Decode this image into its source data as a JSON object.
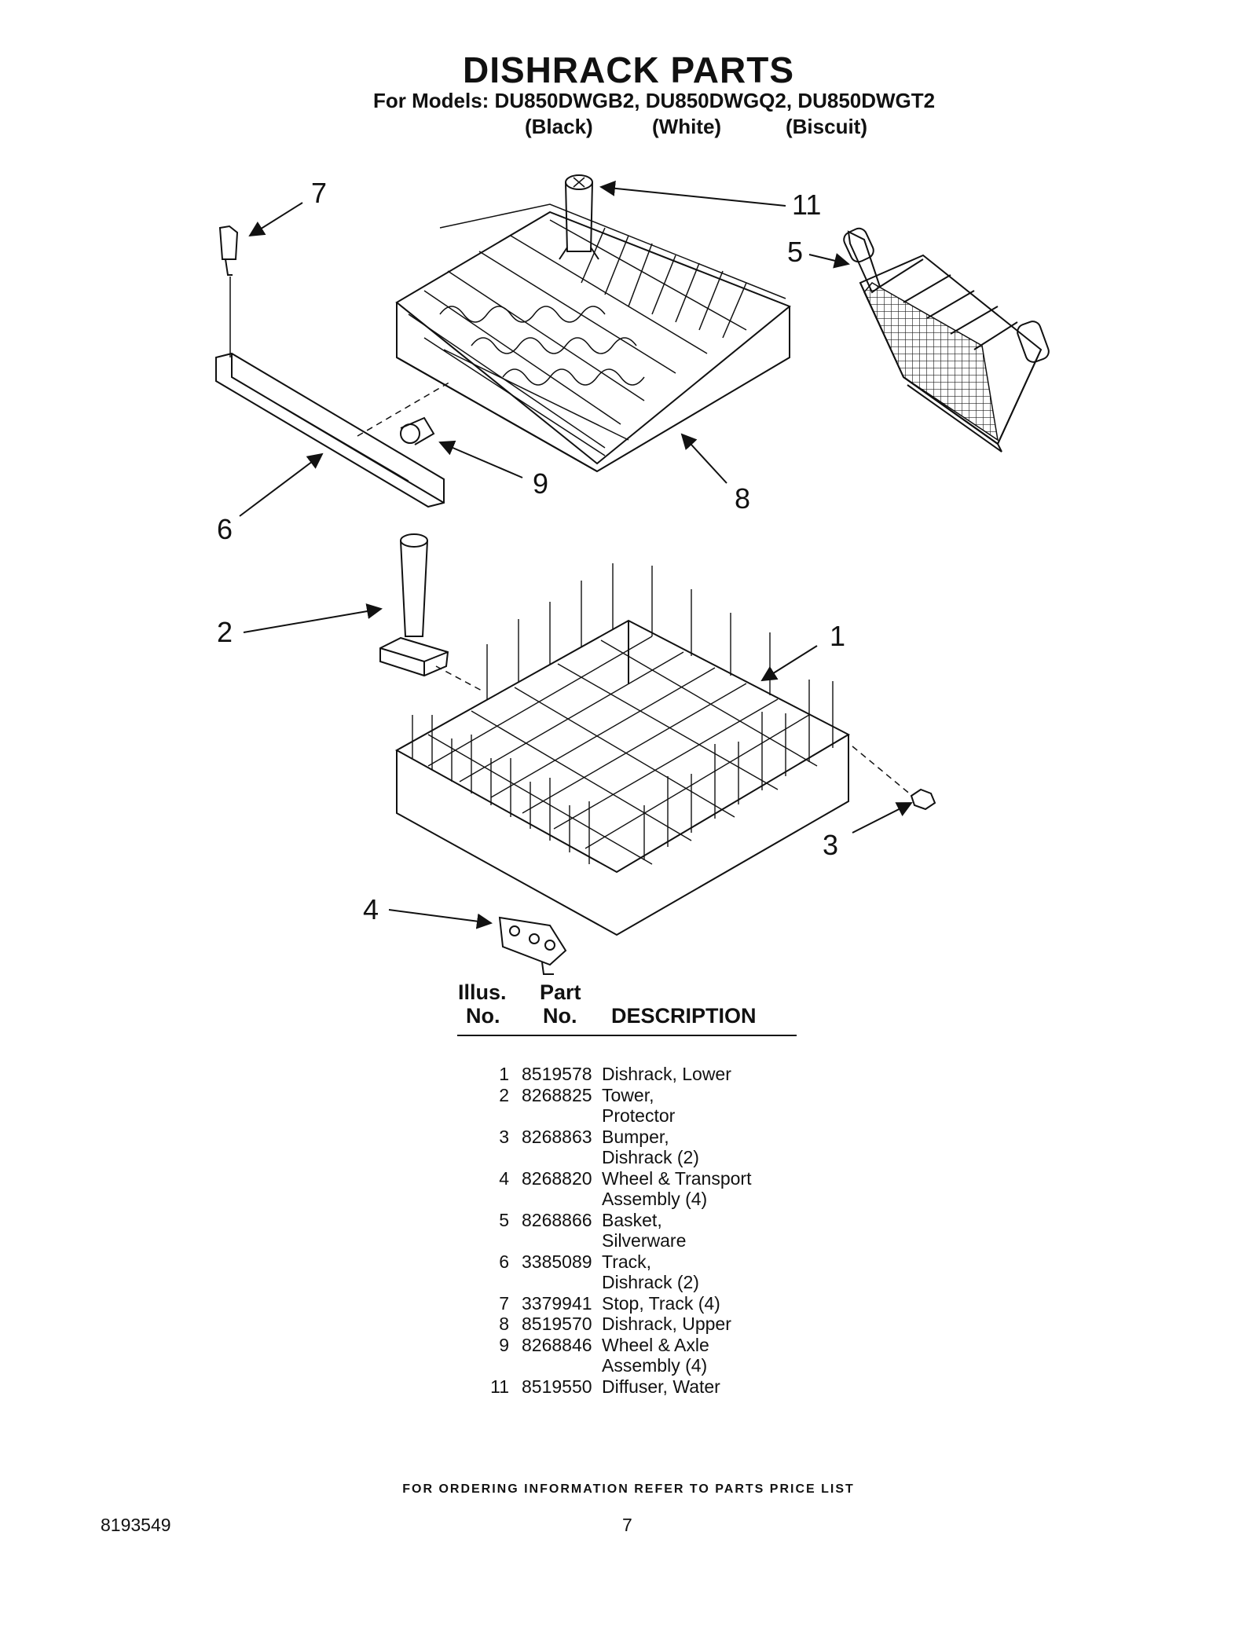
{
  "title": "DISHRACK PARTS",
  "models_line": "For Models: DU850DWGB2, DU850DWGQ2, DU850DWGT2",
  "colors": [
    "(Black)",
    "(White)",
    "(Biscuit)"
  ],
  "callouts": [
    "7",
    "11",
    "5",
    "9",
    "8",
    "6",
    "2",
    "1",
    "3",
    "4"
  ],
  "table": {
    "headers": {
      "illus_1": "Illus.",
      "illus_2": "No.",
      "part_1": "Part",
      "part_2": "No.",
      "description": "DESCRIPTION"
    },
    "rows": [
      {
        "illus": "1",
        "part": "8519578",
        "desc": [
          "Dishrack, Lower"
        ]
      },
      {
        "illus": "2",
        "part": "8268825",
        "desc": [
          "Tower,",
          "Protector"
        ]
      },
      {
        "illus": "3",
        "part": "8268863",
        "desc": [
          "Bumper,",
          "Dishrack (2)"
        ]
      },
      {
        "illus": "4",
        "part": "8268820",
        "desc": [
          "Wheel & Transport",
          "Assembly (4)"
        ]
      },
      {
        "illus": "5",
        "part": "8268866",
        "desc": [
          "Basket,",
          "Silverware"
        ]
      },
      {
        "illus": "6",
        "part": "3385089",
        "desc": [
          "Track,",
          "Dishrack (2)"
        ]
      },
      {
        "illus": "7",
        "part": "3379941",
        "desc": [
          "Stop, Track (4)"
        ]
      },
      {
        "illus": "8",
        "part": "8519570",
        "desc": [
          "Dishrack, Upper"
        ]
      },
      {
        "illus": "9",
        "part": "8268846",
        "desc": [
          "Wheel & Axle",
          "Assembly (4)"
        ]
      },
      {
        "illus": "11",
        "part": "8519550",
        "desc": [
          "Diffuser, Water"
        ]
      }
    ]
  },
  "footer": "FOR ORDERING INFORMATION REFER TO PARTS PRICE LIST",
  "doc_number": "8193549",
  "page_number": "7"
}
